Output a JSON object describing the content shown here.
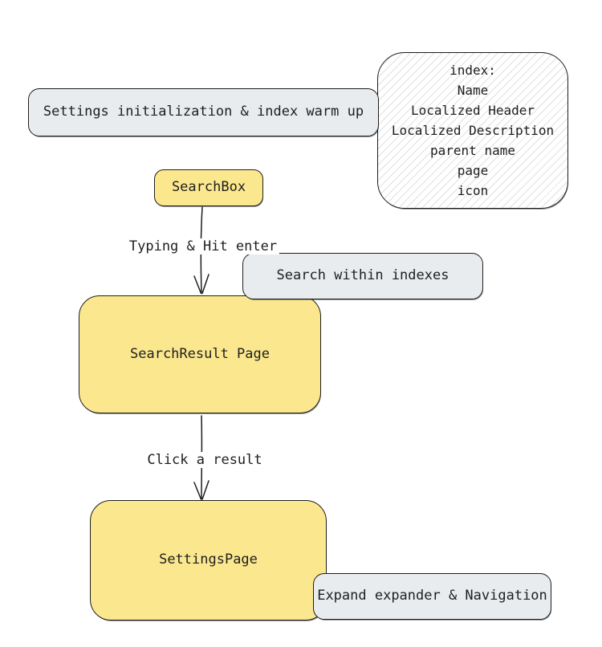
{
  "diagram": {
    "background": "#ffffff",
    "colors": {
      "stroke": "#1e1e1e",
      "node_yellow_fill": "#fbe88e",
      "note_gray_fill": "#e8ecef",
      "hatch_line": "#e0e0e0",
      "text": "#1e1e1e"
    },
    "nodes": {
      "init_warmup": {
        "label": "Settings initialization & index warm up"
      },
      "index_fields": {
        "lines": [
          "index:",
          "Name",
          "Localized Header",
          "Localized Description",
          "parent name",
          "page",
          "icon"
        ]
      },
      "searchbox": {
        "label": "SearchBox"
      },
      "search_within": {
        "label": "Search within indexes"
      },
      "search_result": {
        "label": "SearchResult Page"
      },
      "settings_page": {
        "label": "SettingsPage"
      },
      "expand_nav": {
        "label": "Expand expander & Navigation"
      }
    },
    "edges": {
      "typing": {
        "label": "Typing & Hit enter"
      },
      "click": {
        "label": "Click a result"
      }
    }
  }
}
